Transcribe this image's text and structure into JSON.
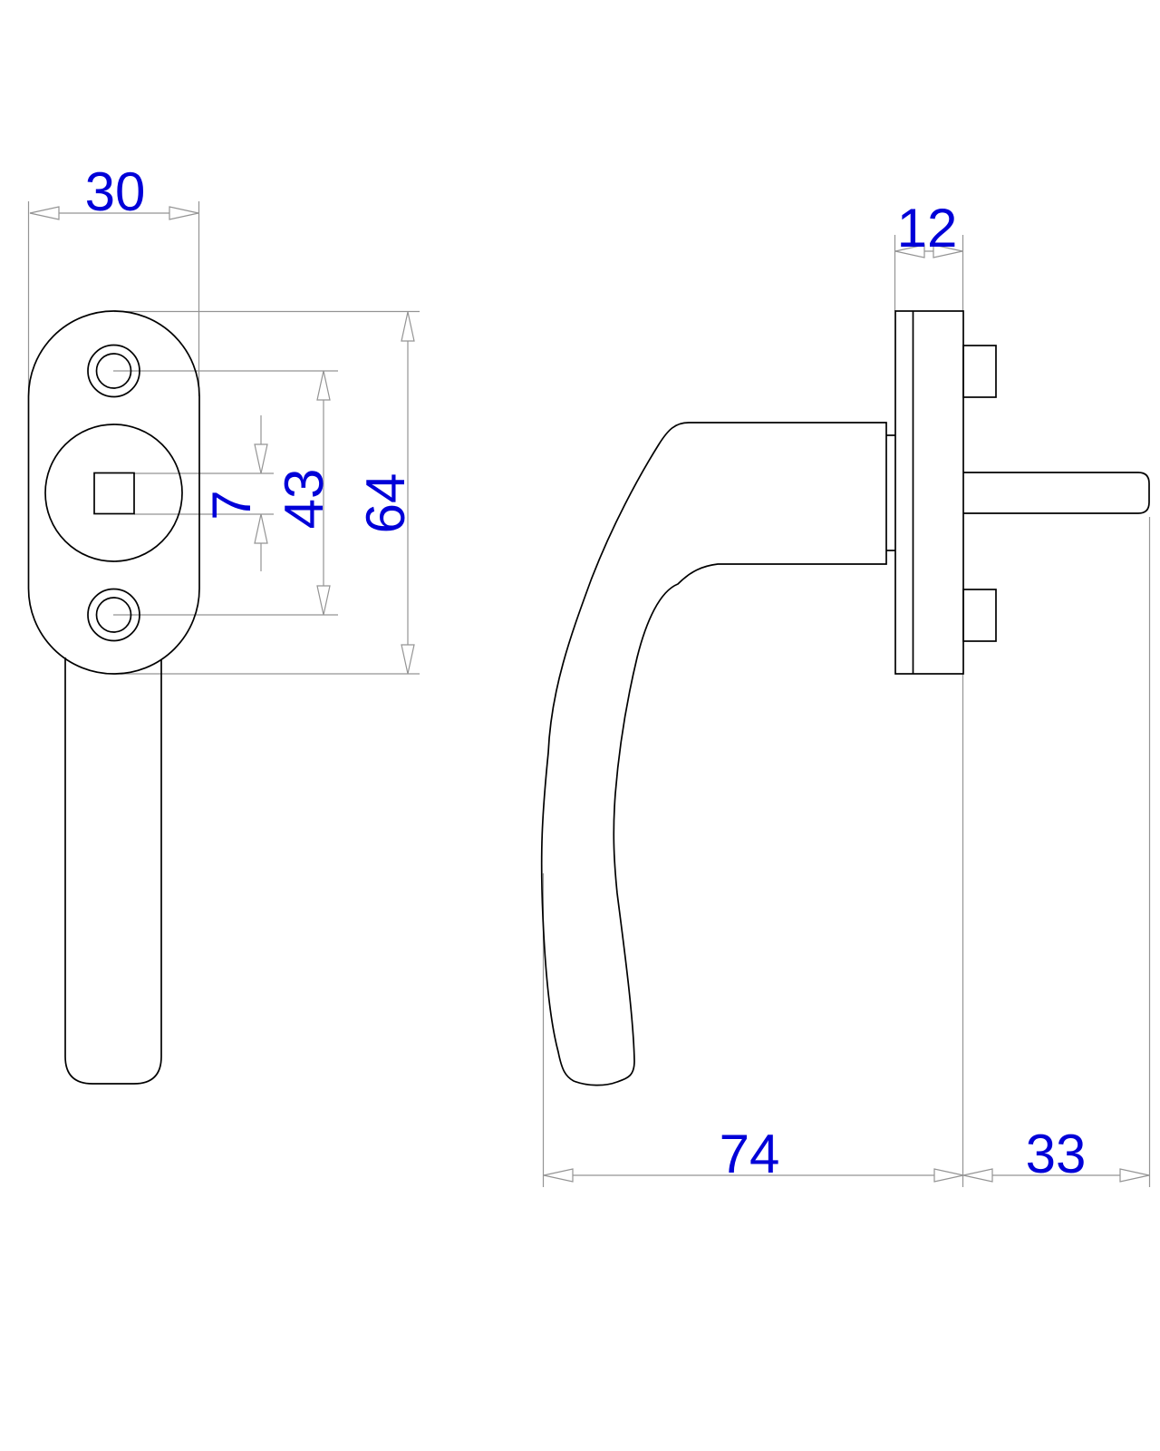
{
  "colors": {
    "background": "#ffffff",
    "object_line": "#000000",
    "dimension_line": "#949494",
    "dimension_text": "#0000d8"
  },
  "views": {
    "front": {
      "name": "front-view"
    },
    "side": {
      "name": "side-view"
    }
  },
  "dimensions": {
    "plate_width": {
      "label": "30",
      "value": 30,
      "orientation": "horizontal",
      "view": "front"
    },
    "square_hole": {
      "label": "7",
      "value": 7,
      "orientation": "vertical",
      "view": "front"
    },
    "hole_spacing": {
      "label": "43",
      "value": 43,
      "orientation": "vertical",
      "view": "front"
    },
    "plate_height": {
      "label": "64",
      "value": 64,
      "orientation": "vertical",
      "view": "front"
    },
    "plate_thickness": {
      "label": "12",
      "value": 12,
      "orientation": "horizontal",
      "view": "side"
    },
    "handle_depth": {
      "label": "74",
      "value": 74,
      "orientation": "horizontal",
      "view": "side"
    },
    "spindle_length": {
      "label": "33",
      "value": 33,
      "orientation": "horizontal",
      "view": "side"
    }
  }
}
